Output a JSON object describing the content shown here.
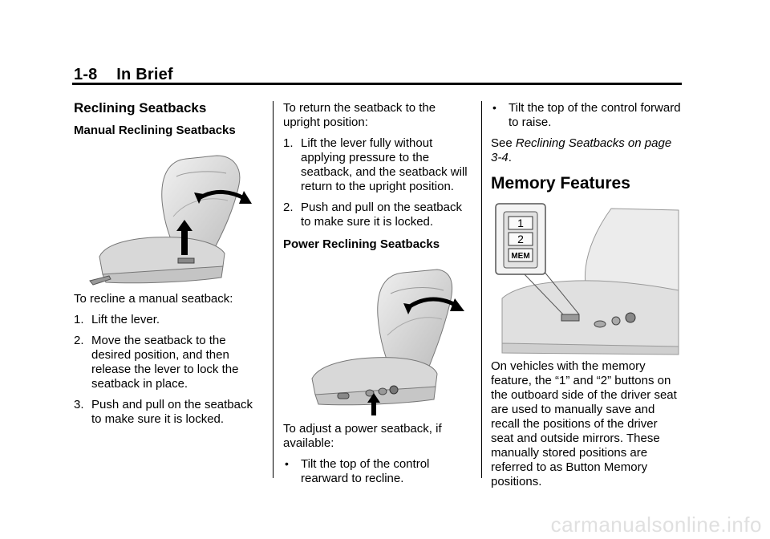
{
  "header": {
    "page_number": "1-8",
    "title": "In Brief"
  },
  "col1": {
    "section_title": "Reclining Seatbacks",
    "subheading": "Manual Reclining Seatbacks",
    "intro": "To recline a manual seatback:",
    "steps": [
      {
        "n": "1.",
        "text": "Lift the lever."
      },
      {
        "n": "2.",
        "text": "Move the seatback to the desired position, and then release the lever to lock the seatback in place."
      },
      {
        "n": "3.",
        "text": "Push and pull on the seatback to make sure it is locked."
      }
    ]
  },
  "col2": {
    "intro": "To return the seatback to the upright position:",
    "steps": [
      {
        "n": "1.",
        "text": "Lift the lever fully without applying pressure to the seatback, and the seatback will return to the upright position."
      },
      {
        "n": "2.",
        "text": "Push and pull on the seatback to make sure it is locked."
      }
    ],
    "subheading": "Power Reclining Seatbacks",
    "intro2": "To adjust a power seatback, if available:",
    "bullets": [
      "Tilt the top of the control rearward to recline."
    ]
  },
  "col3": {
    "bullets": [
      "Tilt the top of the control forward to raise."
    ],
    "see_prefix": "See ",
    "see_ref": "Reclining Seatbacks on page 3-4",
    "see_suffix": ".",
    "section_title": "Memory Features",
    "buttons": {
      "b1": "1",
      "b2": "2",
      "mem": "MEM"
    },
    "body": "On vehicles with the memory feature, the “1” and “2” buttons on the outboard side of the driver seat are used to manually save and recall the positions of the driver seat and outside mirrors. These manually stored positions are referred to as Button Memory positions."
  },
  "watermark": "carmanualsonline.info"
}
